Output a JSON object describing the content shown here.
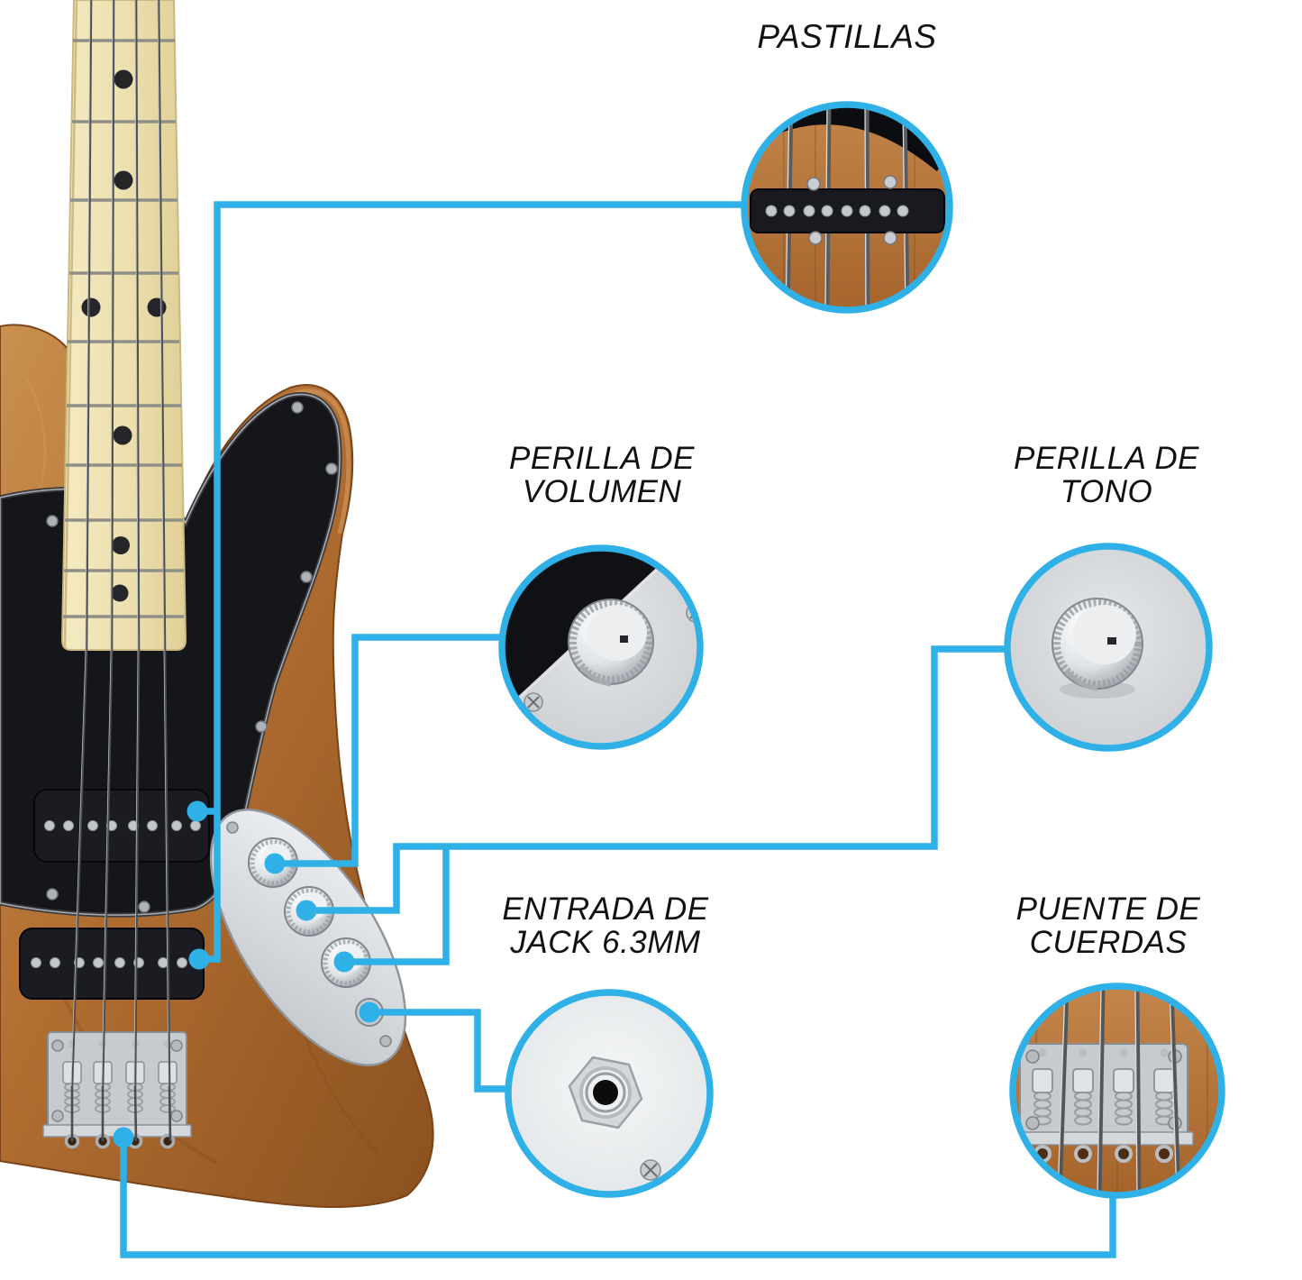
{
  "callouts": {
    "pastillas": {
      "label": "PASTILLAS",
      "target": "pickups"
    },
    "volumen": {
      "label": "PERILLA DE\nVOLUMEN",
      "target": "volume-knob"
    },
    "tono": {
      "label": "PERILLA DE\nTONO",
      "target": "tone-knob"
    },
    "jack": {
      "label": "ENTRADA DE\nJACK 6.3MM",
      "target": "output-jack"
    },
    "puente": {
      "label": "PUENTE DE\nCUERDAS",
      "target": "bridge"
    }
  },
  "colors": {
    "accent_blue": "#2FB1E8",
    "label_text": "#111111",
    "background": "#FFFFFF",
    "wood": "#B06D30",
    "pickguard": "#15161A",
    "chrome": "#D8DCDF",
    "maple_neck": "#EADFB0"
  },
  "subject": {
    "instrument": "bass-guitar",
    "strings": 4
  }
}
